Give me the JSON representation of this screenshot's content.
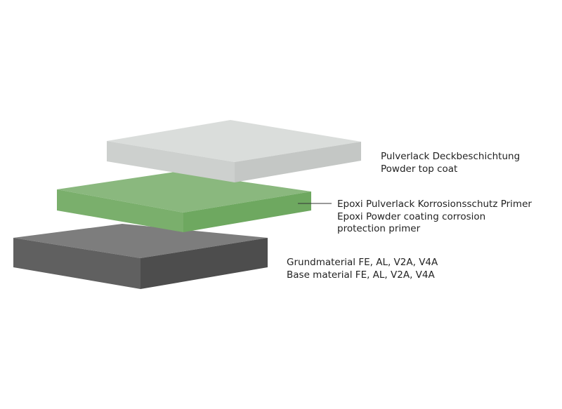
{
  "layers": [
    {
      "id": "top-coat",
      "label_de": "Pulverlack Deckbeschichtung",
      "label_en": "Powder top coat",
      "colors": {
        "top": "#dadddb",
        "front": "#cdd0ce",
        "side": "#c4c7c5"
      }
    },
    {
      "id": "primer",
      "label_de": "Epoxi Pulverlack Korrosionsschutz Primer",
      "label_en_line1": "Epoxi Powder coating corrosion",
      "label_en_line2": "protection primer",
      "colors": {
        "top": "#8ab87e",
        "front": "#7aaf6c",
        "side": "#6ea860"
      }
    },
    {
      "id": "base-material",
      "label_de": "Grundmaterial FE, AL, V2A, V4A",
      "label_en": "Base material FE, AL, V2A, V4A",
      "colors": {
        "top": "#7d7d7d",
        "front": "#606060",
        "side": "#4d4d4d"
      }
    }
  ],
  "leader_line_color": "#333333"
}
